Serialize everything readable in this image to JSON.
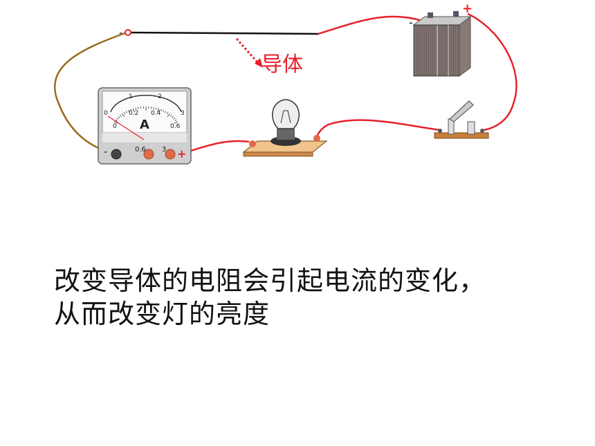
{
  "conductor_label": "导体",
  "ammeter": {
    "unit": "A",
    "scale_top": [
      "0",
      "1",
      "2",
      "3"
    ],
    "scale_bottom": [
      "0",
      "0.2",
      "0.4",
      "0.6"
    ],
    "terminal_labels": [
      "-",
      "0.6",
      "3",
      "+"
    ]
  },
  "polarity": {
    "minus": "-",
    "plus": "+"
  },
  "caption": {
    "line1": "改变导体的电阻会引起电流的变化，",
    "line2": "从而改变灯的亮度"
  },
  "colors": {
    "wire_red": "#e8202a",
    "wire_brown": "#9a6a1e",
    "label_red": "#e8202a",
    "terminal_red": "#e06a4a"
  }
}
